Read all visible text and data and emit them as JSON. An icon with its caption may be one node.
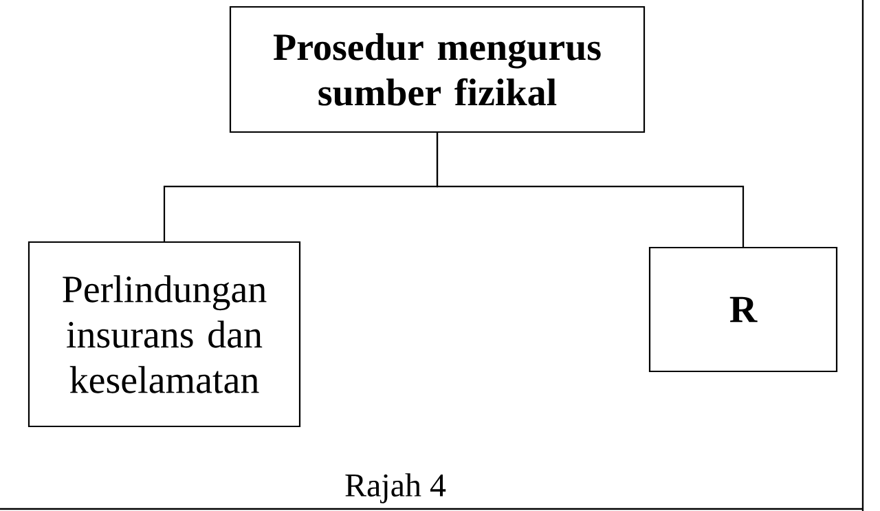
{
  "diagram": {
    "caption": "Rajah 4",
    "nodes": [
      {
        "text": [
          "Prosedur mengurus sumber fizikal"
        ]
      },
      {
        "text": [
          "Perlindungan insurans dan keselamatan"
        ]
      },
      {
        "text": [
          "R"
        ]
      }
    ],
    "edges": [
      {
        "from": 0,
        "to": 1,
        "arrow": "none"
      },
      {
        "from": 0,
        "to": 2,
        "arrow": "none"
      }
    ]
  }
}
